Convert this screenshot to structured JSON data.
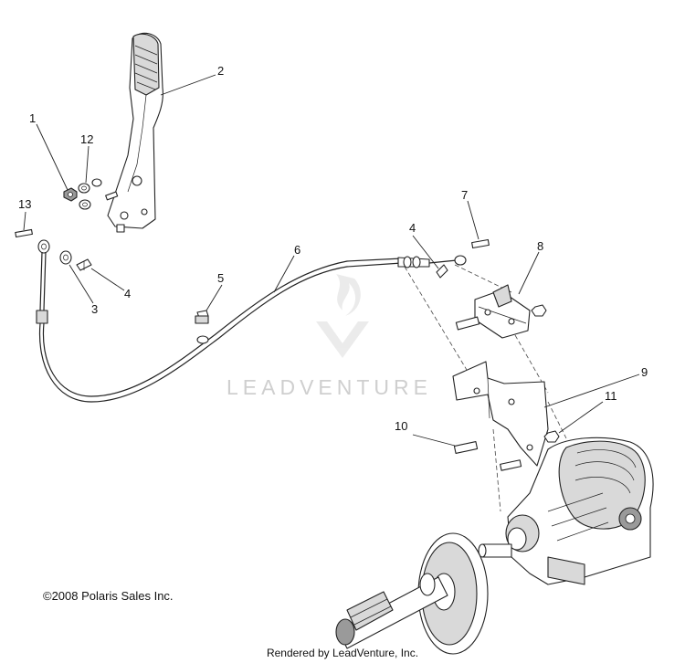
{
  "watermark": {
    "text": "LEADVENTURE"
  },
  "callouts": [
    "1",
    "2",
    "3",
    "4",
    "4",
    "5",
    "6",
    "7",
    "8",
    "9",
    "10",
    "11",
    "12",
    "13"
  ],
  "copyright": "©2008 Polaris Sales Inc.",
  "footer": "Rendered by LeadVenture, Inc."
}
